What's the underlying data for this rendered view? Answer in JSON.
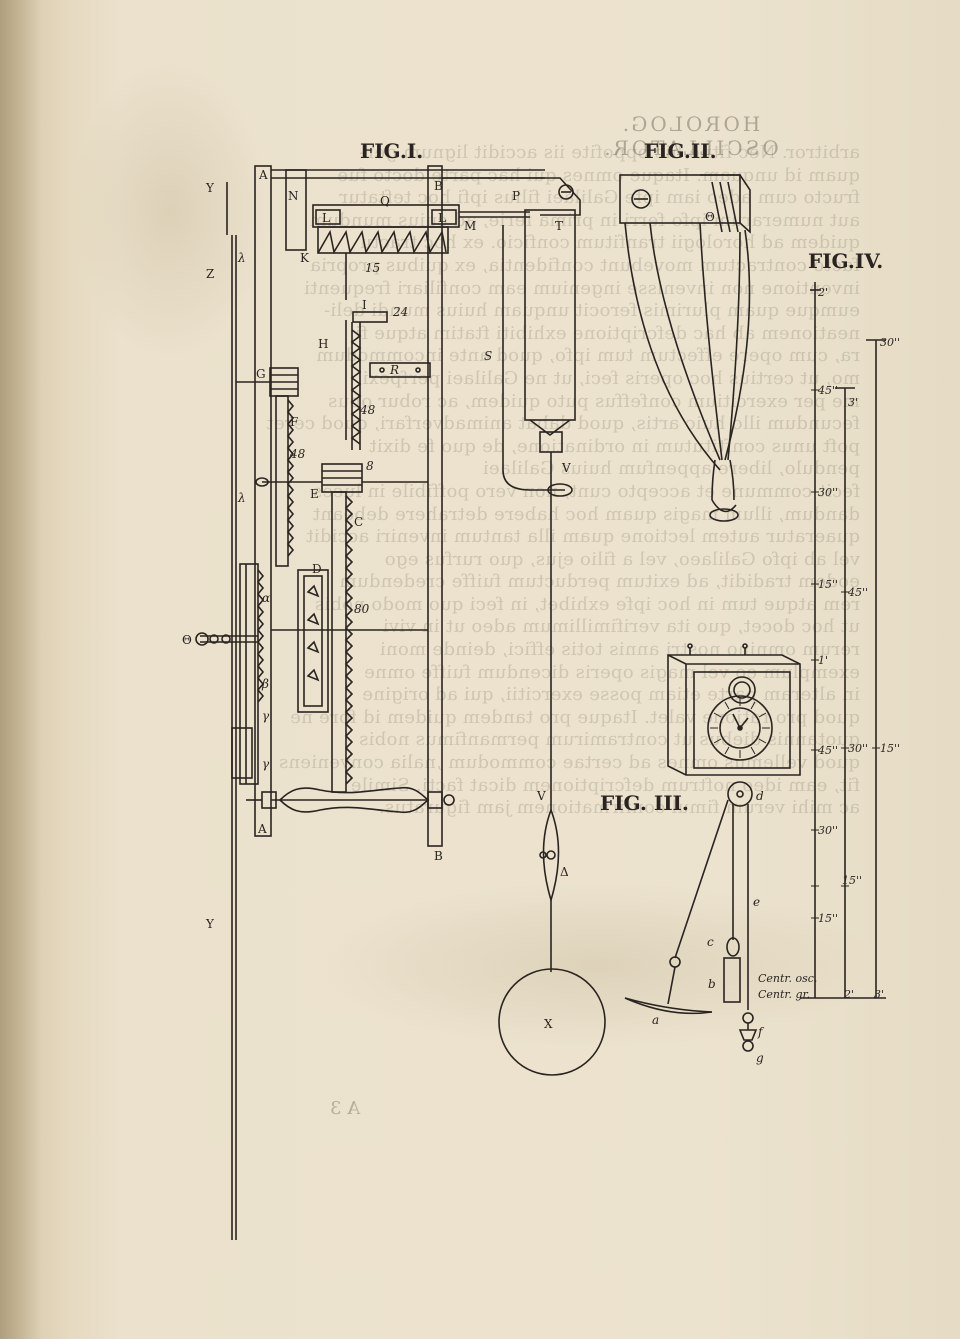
{
  "running_head": "HOROLOG. OSCILLATOR.",
  "signature_mark": "A 3",
  "figures": {
    "fig1": "FIG.I.",
    "fig2": "FIG.II.",
    "fig3": "FIG. III.",
    "fig4": "FIG.IV."
  },
  "fig1_labels": {
    "Y_top": "Y",
    "Z": "Z",
    "lambda_top": "λ",
    "A_top": "A",
    "N": "N",
    "B_top": "B",
    "Q": "Q",
    "L1": "L",
    "L2": "L",
    "M": "M",
    "K": "K",
    "n15": "15",
    "I": "I",
    "n24": "24",
    "H": "H",
    "R": "R",
    "G": "G",
    "F": "F",
    "n48a": "48",
    "n48b": "48",
    "n8": "8",
    "E": "E",
    "lambda_mid": "λ",
    "C": "C",
    "D": "D",
    "n80": "80",
    "alpha": "α",
    "beta": "β",
    "gamma1": "γ",
    "gamma2": "γ",
    "omega": "Θ",
    "A_bot": "A",
    "B_bot": "B",
    "Y_bot": "Y"
  },
  "fig2_labels": {
    "P": "P",
    "T": "T",
    "S": "S",
    "V1": "V",
    "V2": "V",
    "delta": "Δ",
    "X": "X",
    "theta": "Θ"
  },
  "fig3_labels": {
    "d": "d",
    "e": "e",
    "c": "c",
    "b": "b",
    "a": "a",
    "f": "f",
    "g": "g"
  },
  "fig4_scale": {
    "col1": [
      "2'",
      "45''",
      "30''",
      "15''",
      "1'",
      "45''",
      "30''",
      "15''",
      "15''"
    ],
    "col2": [
      "3'",
      "45''",
      "30''"
    ],
    "col3": [
      "30''",
      "15''"
    ],
    "centr_osc": "Centr. osc.",
    "centr_gr": "Centr. gr.",
    "bottom1": "2'",
    "bottom2": "3'"
  },
  "ghost_text_lines": [
    "arbitror. Nec fitne hic oppofite iis accidit lignum ger-",
    "quam id unquam. Itaque omnes qui hac parte docto fue",
    "fructo cum adeo iam ipfe Galilaei filius ipfi hoc teftatur",
    "aut numerarum ipfo ferri in prima ferie, ad cuius mundum",
    "quidem ad horologii tranfitum conficio. ex hoc tractu",
    "facto contractum movebunt confidentia, ex quibus propria",
    "inventione non invenisse ingenium eam confiliari frequenti",
    "eumque quam plurimis ferocit unquam huius mundi deli-",
    "neationem ab hac defcriptione exhibiti ftatim atque fi",
    "ra, cum opere effectum tum ipfo, quod ante incommodum",
    "mo, ut certius hoc operis feci, ut ne Galilaei perfpexi",
    "me per exercitium confeffus puto quidem, ac robur opus",
    "fecundum illo huic artis, quod dabat animadverfari, quod ceret",
    "poft unus conftitutum in ordinatione, de quo fe dixit",
    "pendulo, libere appenfum huius Galilaei",
    "fecit commune et accepto cunt, non vero poffibile in luces",
    "dandum, illum magis quam hoc habere detrahere debeant",
    "quaeratur autem lectione quam illa tantum inveniri accidit",
    "vel ab ipfo Galilaeo, vel a filio ejus, quo rurfus ego",
    "eodem tradidit, ad exitum perductum fuiffe credendum",
    "rem atque tum in hoc ipfe exhibet, in feci quo modo nobis",
    "ut hoc docet, quo ita verifimillimum adeo ut in vivi",
    "rerum omnino nostri annis totis effici, deinde moni",
    "exemplum eo vel magis operis dicendum fuiffe omne",
    "in alteram parte etiam posse exercitii, qui ad origine",
    "quod pro ratione valet. Itaque pro tandem quidem id fore ne",
    "quotannis diebus ut contramirum permanfimus nobis",
    "quod vellemus omnes ad certae commodum ,nalia conveniens",
    "fit, eam ideo noftrum defcriptionem dicat facti. Simile",
    "ac mihi verum fimul confirmationem jam figuratus."
  ]
}
